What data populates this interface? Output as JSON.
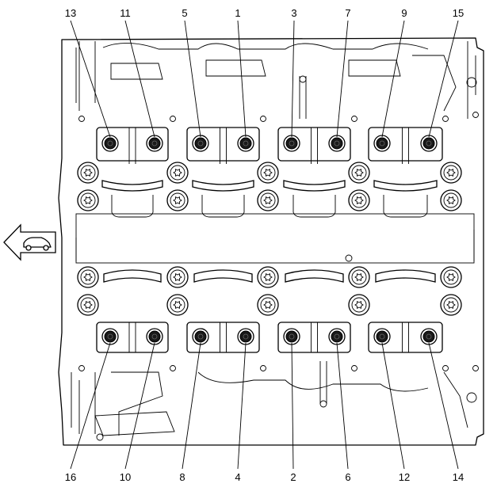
{
  "diagram": {
    "top_labels": [
      "13",
      "11",
      "5",
      "1",
      "3",
      "7",
      "9",
      "15"
    ],
    "bottom_labels": [
      "16",
      "10",
      "8",
      "4",
      "2",
      "6",
      "12",
      "14"
    ],
    "direction_icon": "front-of-vehicle-arrow-icon",
    "colors": {
      "line": "#000000",
      "background": "#ffffff",
      "bolt": "#1a1a1a"
    }
  }
}
